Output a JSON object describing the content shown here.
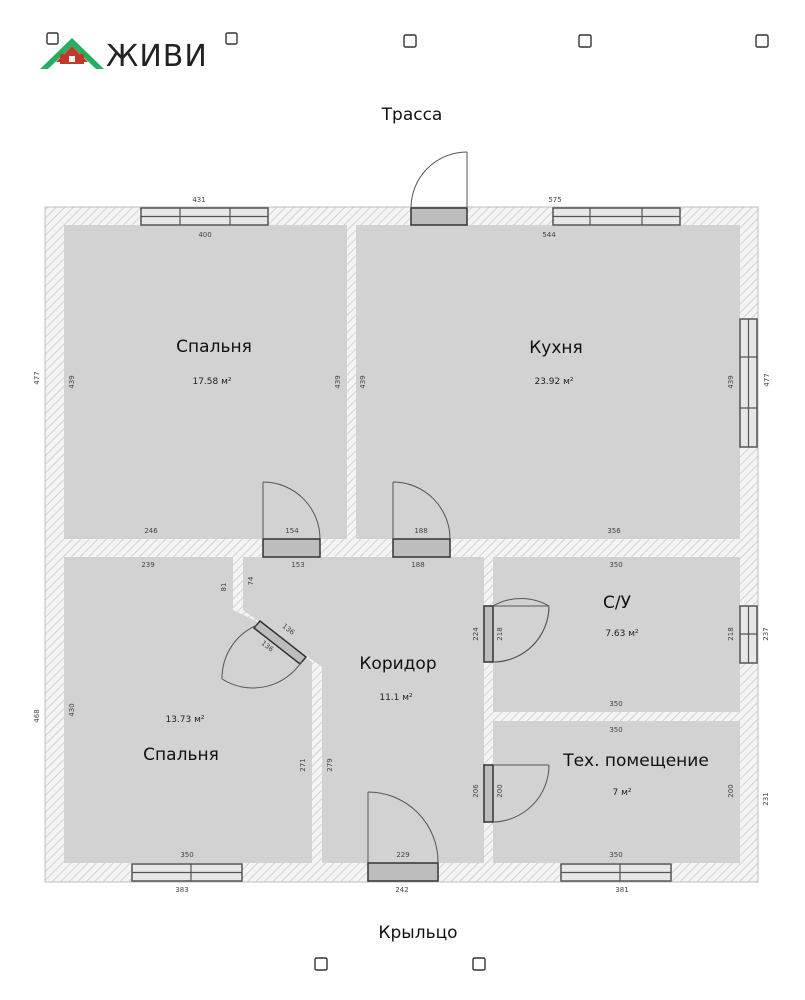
{
  "logo": {
    "text": "ЖИВИ",
    "colors": {
      "house": "#c0392b",
      "roof_green": "#27ae60",
      "text": "#222222"
    }
  },
  "labels": {
    "top": "Трасса",
    "bottom": "Крыльцо"
  },
  "rooms": [
    {
      "id": "bedroom1",
      "name": "Спальня",
      "area": "17.58 м²"
    },
    {
      "id": "kitchen",
      "name": "Кухня",
      "area": "23.92 м²"
    },
    {
      "id": "bathroom",
      "name": "С/У",
      "area": "7.63 м²"
    },
    {
      "id": "corridor",
      "name": "Коридор",
      "area": "11.1 м²"
    },
    {
      "id": "utility",
      "name": "Тех. помещение",
      "area": "7 м²"
    },
    {
      "id": "bedroom2",
      "name": "Спальня",
      "area": "13.73 м²"
    }
  ],
  "dimensions": {
    "top_outer_left": "431",
    "top_inner_left": "400",
    "top_outer_right": "575",
    "top_inner_right": "544",
    "left_outer_top": "477",
    "bedroom1_left": "439",
    "bedroom1_right": "439",
    "kitchen_left": "439",
    "kitchen_right": "439",
    "right_outer_top": "477",
    "bedroom1_bottom": "246",
    "door1_width": "154",
    "door1_below": "153",
    "door2_width": "188",
    "door2_below": "188",
    "kitchen_bottom": "356",
    "bedroom2_top": "239",
    "corr_small_81": "81",
    "corr_small_74": "74",
    "diag_a": "136",
    "diag_b": "136",
    "bath_top": "350",
    "bath_left_wall": "224",
    "bath_door": "218",
    "bath_right": "218",
    "right_outer_mid": "237",
    "bath_bottom": "350",
    "util_top": "350",
    "left_outer_bottom": "468",
    "bedroom2_left": "430",
    "bedroom2_right": "271",
    "corr_left": "279",
    "util_left_wall": "206",
    "util_door": "200",
    "util_right": "200",
    "right_outer_bottom": "231",
    "bedroom2_bottom": "350",
    "corr_bottom": "229",
    "util_bottom": "350",
    "bottom_outer_left": "383",
    "bottom_outer_mid": "242",
    "bottom_outer_right": "381"
  }
}
